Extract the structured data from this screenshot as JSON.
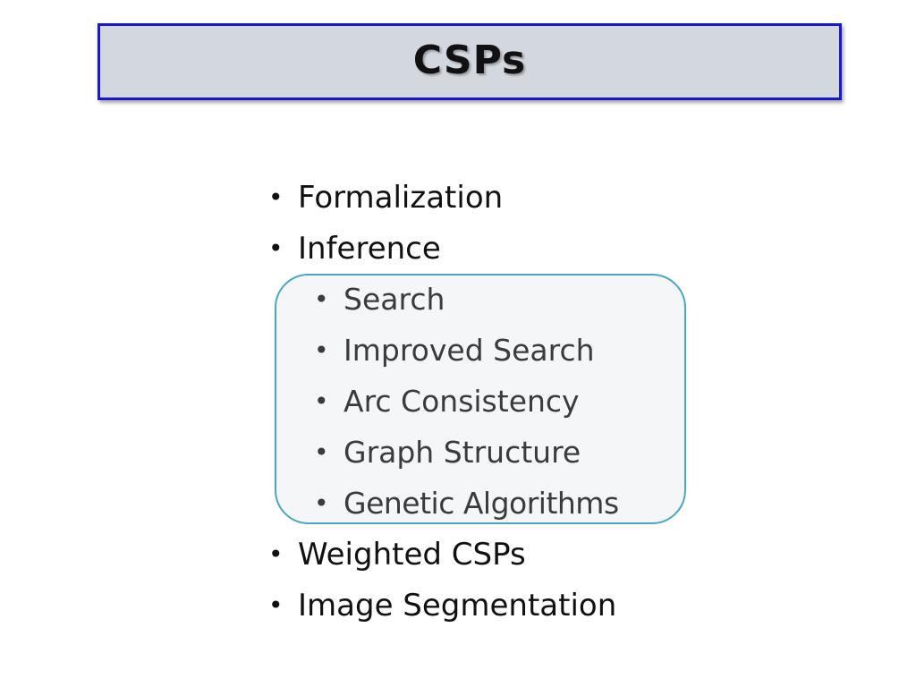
{
  "slide": {
    "title": "CSPs",
    "bullets": {
      "b1": "Formalization",
      "b2": "Inference",
      "b3": "Weighted CSPs",
      "b4": "Image Segmentation"
    },
    "sub_bullets": {
      "s1": "Search",
      "s2": "Improved Search",
      "s3": "Arc Consistency",
      "s4": "Graph Structure",
      "s5": "Genetic Algorithms"
    },
    "bullet_glyph": "•"
  },
  "colors": {
    "title_fill": "#d3d7de",
    "title_border": "#1a16d6",
    "highlight_border": "#4aa7bf",
    "highlight_fill": "#f4f6f8"
  }
}
